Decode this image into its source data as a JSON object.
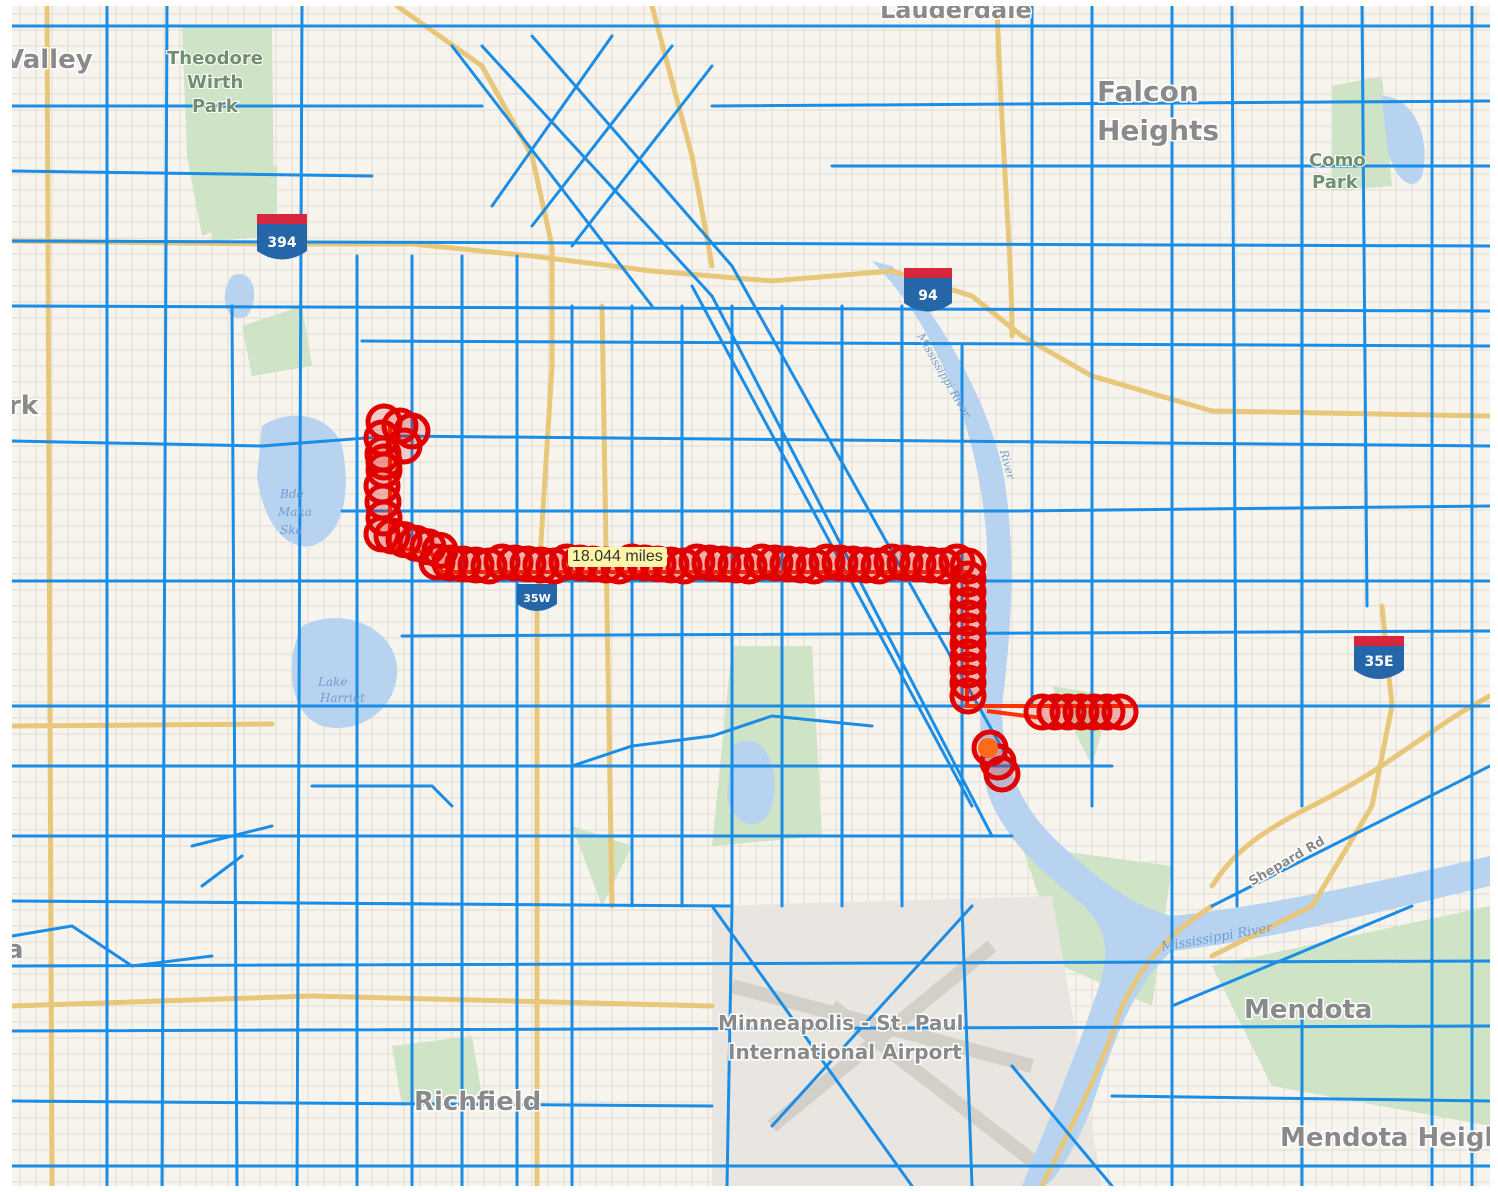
{
  "map": {
    "distance_label": "18.044 miles",
    "route_color": "#e00000",
    "road_color": "#1a8de6",
    "highway_color": "#e8c67a",
    "water_color": "#b7d3f0",
    "park_color": "#cfe3c6",
    "places": {
      "valley": "Valley",
      "lauderdale": "Lauderdale",
      "falcon": "Falcon",
      "heights": "Heights",
      "theodore": "Theodore",
      "wirth": "Wirth",
      "park": "Park",
      "como": "Como",
      "como_park": "Park",
      "rk": "rk",
      "a": "a",
      "richfield": "Richfield",
      "mendota": "Mendota",
      "mendota_heights": "Mendota Heigh",
      "airport_line1": "Minneapolis - St. Paul",
      "airport_line2": "International Airport"
    },
    "water_labels": {
      "bde1": "Bde",
      "bde2": "Maka",
      "bde3": "Ska",
      "harriet1": "Lake",
      "harriet2": "Harriet",
      "mississippi": "Mississippi River",
      "river_vertical": "Mississippi River",
      "river_small": "River"
    },
    "roads": {
      "shepard": "Shepard Rd"
    },
    "shields": {
      "i394": "394",
      "i94": "94",
      "i35e": "35E",
      "i35w": "35W"
    }
  }
}
